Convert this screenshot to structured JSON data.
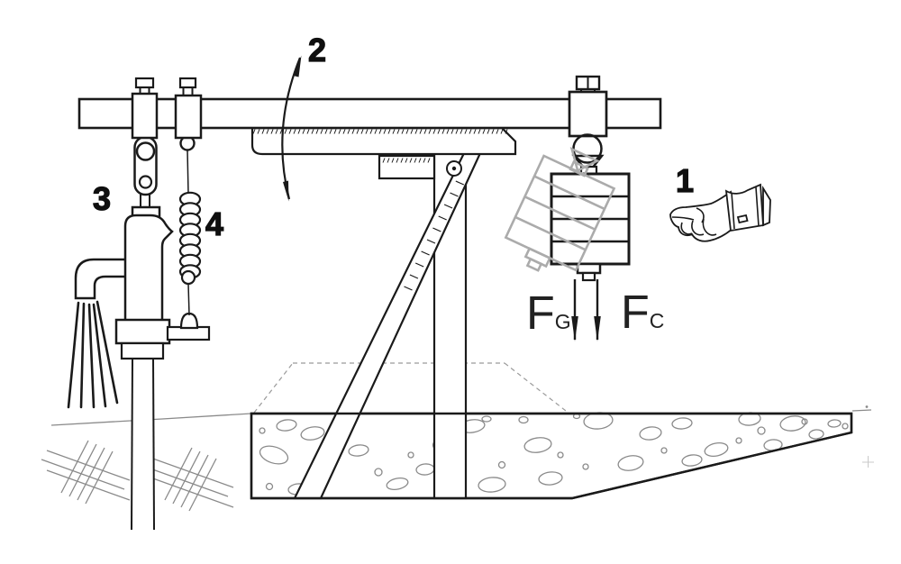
{
  "figure": {
    "type": "technical-diagram",
    "description_labels": {
      "one": "1",
      "two": "2",
      "three": "3",
      "four": "4"
    },
    "forces": {
      "left": {
        "symbol": "F",
        "subscript": "G"
      },
      "right": {
        "symbol": "F",
        "subscript": "C"
      }
    },
    "colors": {
      "ink": "#1a1a1a",
      "ghost": "#ababab",
      "gray": "#8a8a8a",
      "paper": "#ffffff"
    }
  }
}
